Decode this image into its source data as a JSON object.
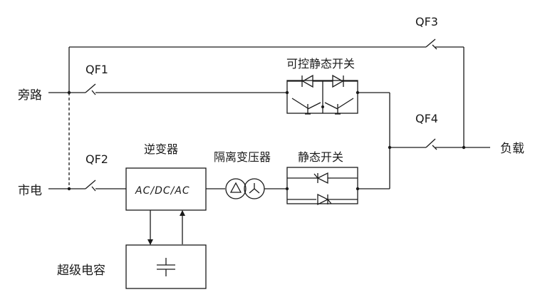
{
  "labels": {
    "bypass": "旁路",
    "mains": "市电",
    "load": "负载",
    "qf1": "QF1",
    "qf2": "QF2",
    "qf3": "QF3",
    "qf4": "QF4",
    "inverter_title": "逆变器",
    "inverter_text": "AC/DC/AC",
    "transformer": "隔离变压器",
    "static_switch": "静态开关",
    "controllable_switch": "可控静态开关",
    "supercap": "超级电容"
  }
}
